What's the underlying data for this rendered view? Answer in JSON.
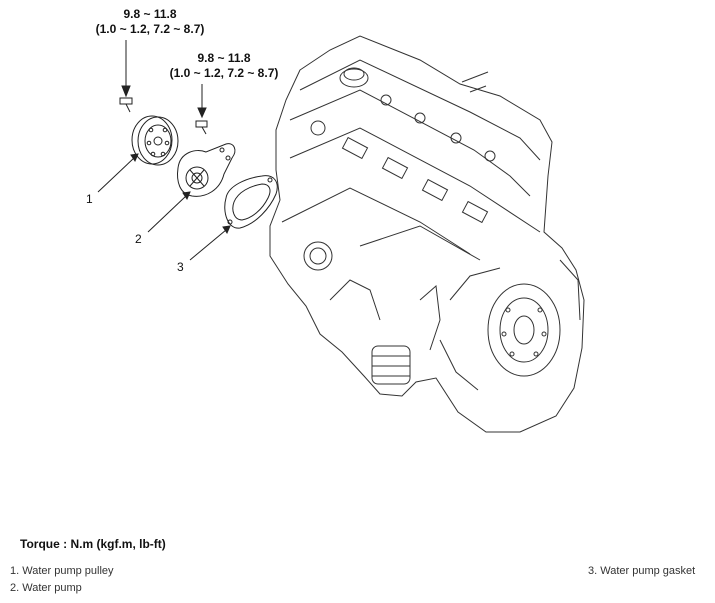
{
  "torque_labels": [
    {
      "value": "9.8 ~ 11.8",
      "conversion": "(1.0 ~ 1.2, 7.2 ~ 8.7)"
    },
    {
      "value": "9.8 ~ 11.8",
      "conversion": "(1.0 ~ 1.2, 7.2 ~ 8.7)"
    }
  ],
  "callouts": [
    "1",
    "2",
    "3"
  ],
  "torque_heading": "Torque : N.m (kgf.m, lb-ft)",
  "legend": [
    "1. Water pump pulley",
    "2. Water pump",
    "3. Water pump gasket"
  ]
}
